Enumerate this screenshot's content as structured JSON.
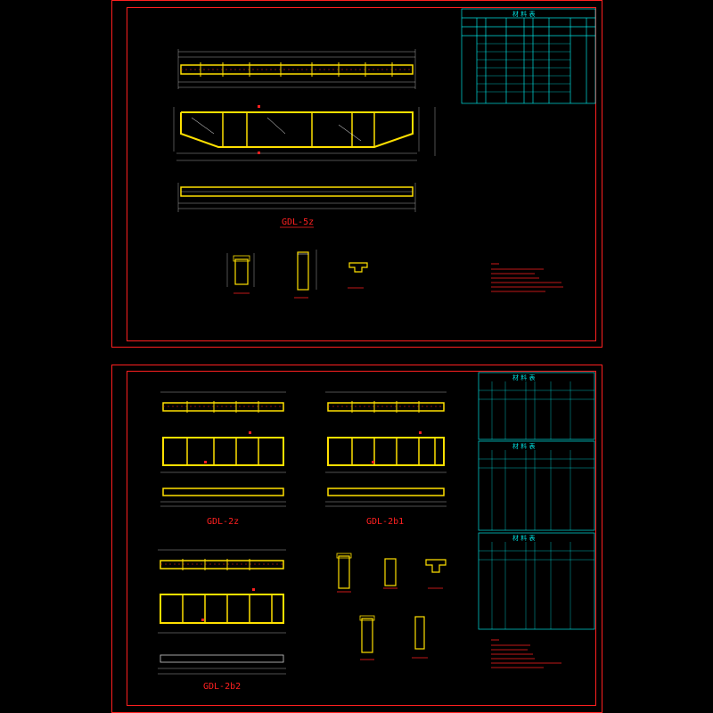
{
  "colors": {
    "background": "#000000",
    "frame": "#ff2020",
    "beam": "#ffe000",
    "table": "#00e0e0",
    "notes": "#ff2020",
    "dims": "#cccccc"
  },
  "sheet_top": {
    "beam_label": "GDL-5z",
    "table_title": "材 料 表"
  },
  "sheet_bottom": {
    "beam_labels": [
      "GDL-2z",
      "GDL-2b1",
      "GDL-2b2"
    ],
    "table_title": "材 料 表"
  }
}
